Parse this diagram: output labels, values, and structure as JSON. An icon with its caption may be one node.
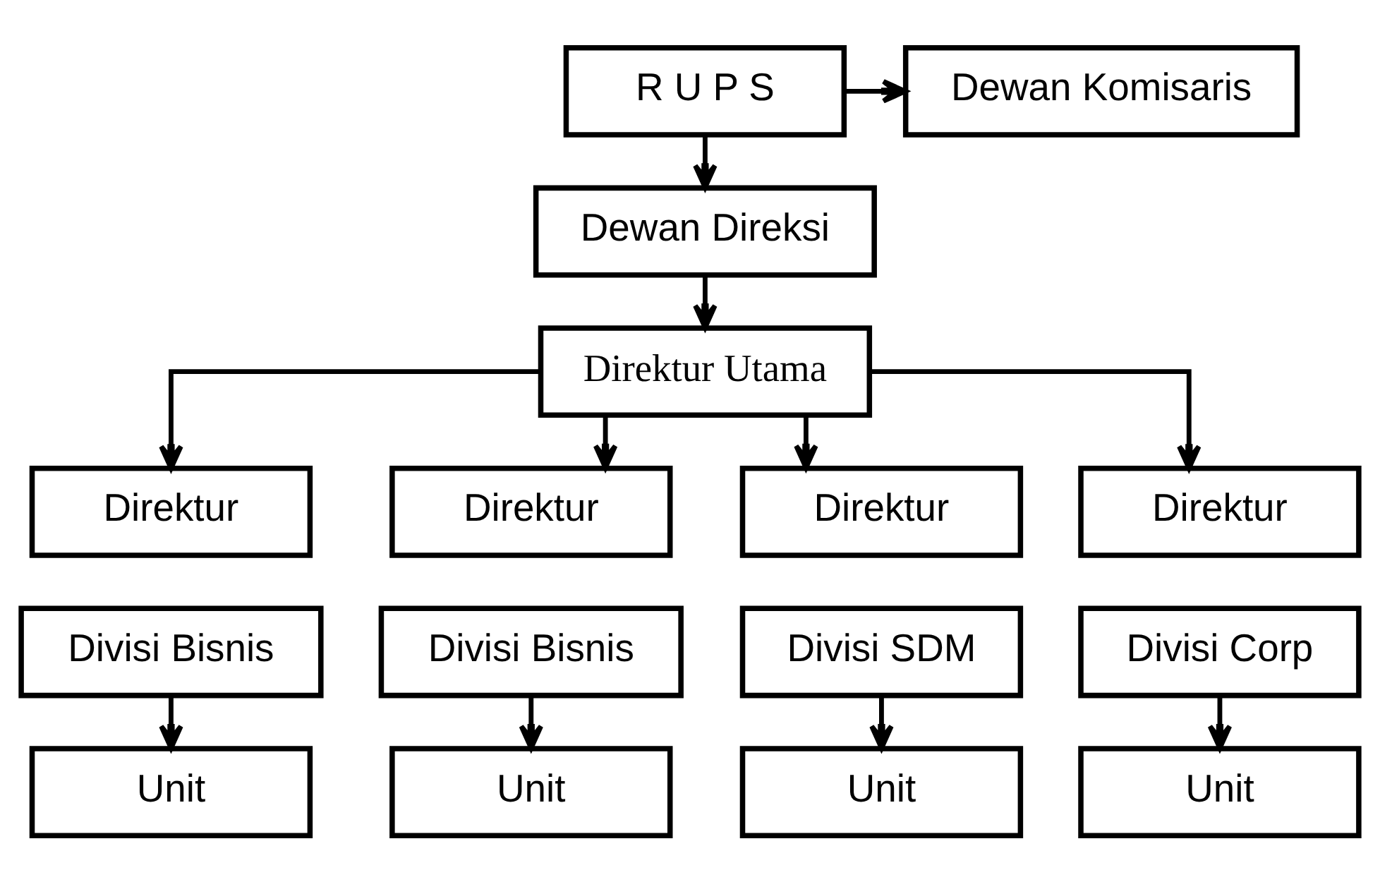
{
  "diagram": {
    "nodes": [
      {
        "text": [
          "R U P S"
        ]
      },
      {
        "text": [
          "Dewan Komisaris"
        ]
      },
      {
        "text": [
          "Dewan Direksi"
        ]
      },
      {
        "text": [
          "Direktur Utama"
        ]
      },
      {
        "text": [
          "Direktur"
        ]
      },
      {
        "text": [
          "Direktur"
        ]
      },
      {
        "text": [
          "Direktur"
        ]
      },
      {
        "text": [
          "Direktur"
        ]
      },
      {
        "text": [
          "Divisi Bisnis"
        ]
      },
      {
        "text": [
          "Divisi Bisnis"
        ]
      },
      {
        "text": [
          "Divisi SDM"
        ]
      },
      {
        "text": [
          "Divisi Corp"
        ]
      },
      {
        "text": [
          "Unit"
        ]
      },
      {
        "text": [
          "Unit"
        ]
      },
      {
        "text": [
          "Unit"
        ]
      },
      {
        "text": [
          "Unit"
        ]
      }
    ],
    "edges": [
      {
        "from": 0,
        "to": 1,
        "arrow": "to"
      },
      {
        "from": 0,
        "to": 2,
        "arrow": "to"
      },
      {
        "from": 2,
        "to": 3,
        "arrow": "to"
      },
      {
        "from": 3,
        "to": 4,
        "arrow": "to"
      },
      {
        "from": 3,
        "to": 5,
        "arrow": "to"
      },
      {
        "from": 3,
        "to": 6,
        "arrow": "to"
      },
      {
        "from": 3,
        "to": 7,
        "arrow": "to"
      },
      {
        "from": 8,
        "to": 12,
        "arrow": "to"
      },
      {
        "from": 9,
        "to": 13,
        "arrow": "to"
      },
      {
        "from": 10,
        "to": 14,
        "arrow": "to"
      },
      {
        "from": 11,
        "to": 15,
        "arrow": "to"
      }
    ]
  }
}
